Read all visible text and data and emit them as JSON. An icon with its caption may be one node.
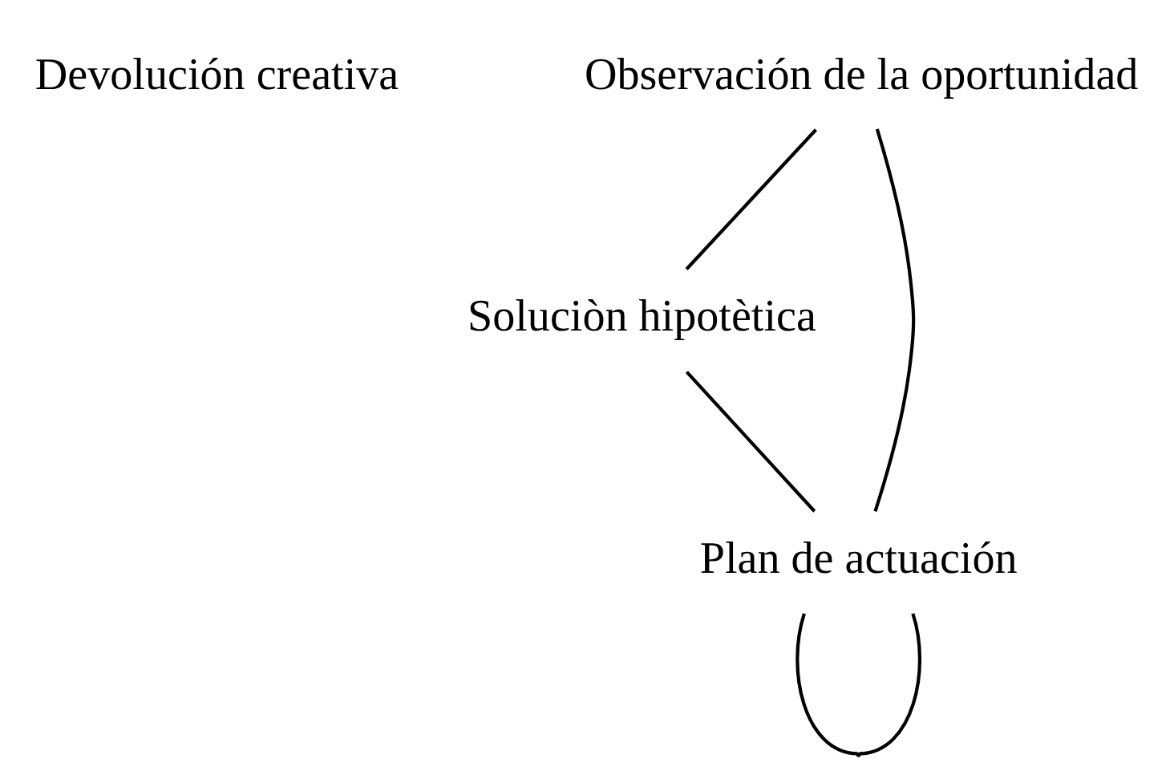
{
  "diagram": {
    "nodes": [
      {
        "text": [
          "Observación de la oportunidad"
        ]
      },
      {
        "text": [
          "Soluciòn hipotètica"
        ]
      },
      {
        "text": [
          "Plan de actuación"
        ]
      },
      {
        "text": [],
        "shape": "point"
      }
    ],
    "edges": [
      {
        "from": 0,
        "to": 1,
        "arrow": "none"
      },
      {
        "from": 1,
        "to": 2,
        "arrow": "none"
      },
      {
        "from": 0,
        "to": 2,
        "arrow": "none"
      },
      {
        "from": 2,
        "to": 3,
        "arrow": "none"
      },
      {
        "from": 2,
        "to": 3,
        "arrow": "none"
      }
    ],
    "labels": [
      "Devolución creativa"
    ]
  }
}
